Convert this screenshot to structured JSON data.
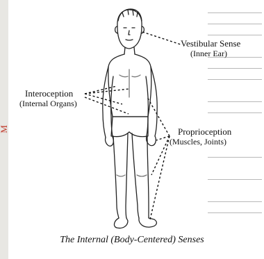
{
  "figure": {
    "labels": {
      "vestibular": {
        "title": "Vestibular Sense",
        "subtitle": "(Inner Ear)"
      },
      "interoception": {
        "title": "Interoception",
        "subtitle": "(Internal Organs)"
      },
      "proprioception": {
        "title": "Proprioception",
        "subtitle": "(Muscles, Joints)"
      }
    },
    "caption": "The Internal (Body-Centered) Senses"
  },
  "margin_mark": "M"
}
